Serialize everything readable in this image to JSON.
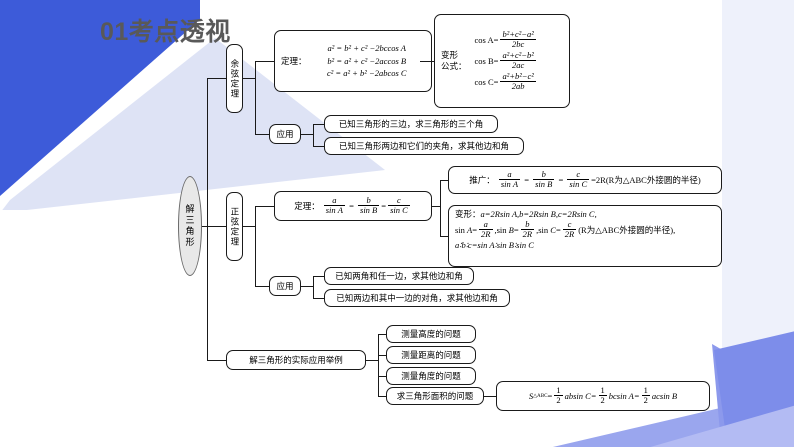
{
  "page": {
    "title": "01考点透视",
    "heading_color": "#595959"
  },
  "palette": {
    "dark_blue": "#3d5bd9",
    "lavender": "#d3d9f2",
    "light_band": "#eef1fb",
    "periwinkle": "#8c99ec",
    "node_fill": "#e8e8e8",
    "stroke": "#1a1a1a"
  },
  "mindmap": {
    "root": "解三角形",
    "branches": [
      {
        "label": "余弦定理",
        "children": [
          {
            "label": "定理：",
            "lines": [
              "a² = b² + c² − 2bc·cos A",
              "b² = a² + c² − 2ac·cos B",
              "c² = a² + b² − 2ab·cos C"
            ]
          },
          {
            "label": "变形公式：",
            "lines": [
              "cos A = (b² + c² − a²) / 2bc",
              "cos B = (a² + c² − b²) / 2ac",
              "cos C = (a² + b² − c²) / 2ab"
            ]
          },
          {
            "label": "应用",
            "items": [
              "已知三角形的三边，求三角形的三个角",
              "已知三角形两边和它们的夹角，求其他边和角"
            ]
          }
        ]
      },
      {
        "label": "正弦定理",
        "children": [
          {
            "label": "定理：",
            "lines": [
              "a / sin A = b / sin B = c / sin C"
            ]
          },
          {
            "label": "推广：",
            "lines": [
              "a / sin A = b / sin B = c / sin C = 2R (R为△ABC外接圆的半径)"
            ]
          },
          {
            "label": "变形：",
            "lines": [
              "a = 2R sin A, b = 2R sin B, c = 2R sin C,",
              "sin A = a/2R, sin B = b/2R, sin C = c/2R (R为△ABC外接圆的半径),",
              "a : b : c = sin A : sin B : sin C"
            ]
          },
          {
            "label": "应用",
            "items": [
              "已知两角和任一边，求其他边和角",
              "已知两边和其中一边的对角，求其他边和角"
            ]
          }
        ]
      },
      {
        "label": "解三角形的实际应用举例",
        "children": [
          {
            "label": "测量高度的问题"
          },
          {
            "label": "测量距离的问题"
          },
          {
            "label": "测量角度的问题"
          },
          {
            "label": "求三角形面积的问题",
            "formula": "S△ABC = ½ ab sin C = ½ bc sin A = ½ ac sin B"
          }
        ]
      }
    ]
  },
  "labels": {
    "theorem": "定理：",
    "transform_formula_l1": "变形",
    "transform_formula_l2": "公式：",
    "application": "应用",
    "extension": "推广：",
    "transform": "变形：",
    "cosA": "cos A=",
    "cosB": "cos B=",
    "cosC": "cos C=",
    "cos_num_A": "b²+c²−a²",
    "cos_den_A": "2bc",
    "cos_num_B": "a²+c²−b²",
    "cos_den_B": "2ac",
    "cos_num_C": "a²+b²−c²",
    "cos_den_C": "2ab",
    "cos_law_1": "a² = b² + c² −2bccos A",
    "cos_law_2": "b² = a² + c² −2accos B",
    "cos_law_3": "c² = a² + b² −2abcos C",
    "sine_eq_tail": "=2R(R为△ABC外接圆的半径)",
    "sine_var_1": "a=2Rsin A,b=2Rsin B,c=2Rsin C,",
    "sine_var_2_tail": "(R为△ABC外接圆的半径),",
    "sine_var_3": "a∶b∶c=sin A∶sin B∶sin C",
    "cos_app_1": "已知三角形的三边，求三角形的三个角",
    "cos_app_2": "已知三角形两边和它们的夹角，求其他边和角",
    "sin_app_1": "已知两角和任一边，求其他边和角",
    "sin_app_2": "已知两边和其中一边的对角，求其他边和角",
    "real_root": "解三角形的实际应用举例",
    "real_1": "测量高度的问题",
    "real_2": "测量距离的问题",
    "real_3": "测量角度的问题",
    "real_4": "求三角形面积的问题",
    "branch_cos": "余弦定理",
    "branch_sin": "正弦定理",
    "root": "解三角形",
    "area_S": "S",
    "area_sub": "△ABC",
    "area_eq": "=",
    "area_half": "1",
    "area_two": "2",
    "area_t1": "absin C=",
    "area_t2": "bcsin A=",
    "area_t3": "acsin B"
  }
}
